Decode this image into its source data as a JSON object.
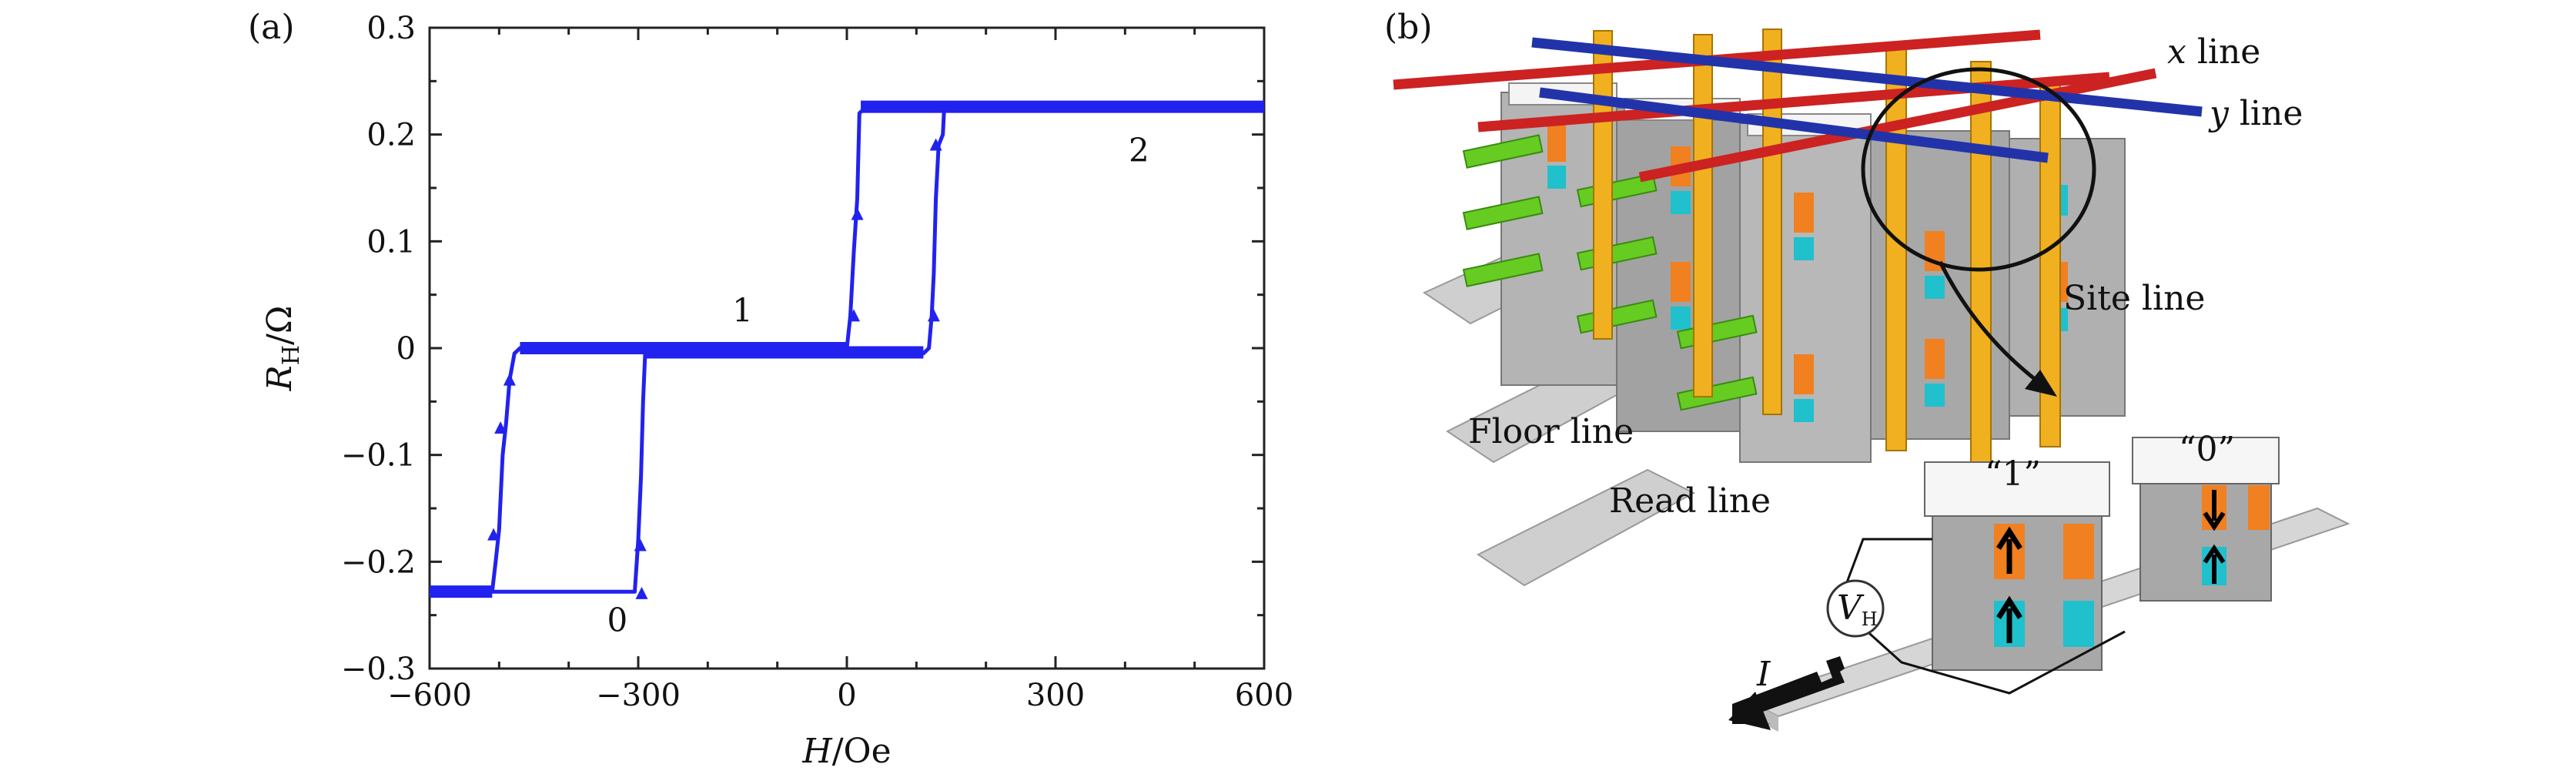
{
  "panel_a": {
    "label": "(a)",
    "ylabel_main": "R",
    "ylabel_sub": "H",
    "ylabel_unit": "/Ω",
    "xlabel_main": "H",
    "xlabel_unit": "/Oe",
    "curve_labels": [
      {
        "text": "0",
        "x": -330,
        "y": -0.265
      },
      {
        "text": "1",
        "x": -150,
        "y": 0.025
      },
      {
        "text": "2",
        "x": 420,
        "y": 0.175
      }
    ]
  },
  "panel_b": {
    "label": "(b)",
    "labels": {
      "x_line_var": "x",
      "x_line_word": " line",
      "y_line_var": "y",
      "y_line_word": " line",
      "site_line": "Site line",
      "floor_line": "Floor line",
      "read_line": "Read line",
      "state_one": "“1”",
      "state_zero": "“0”",
      "vh_main": "V",
      "vh_sub": "H",
      "current": "I"
    },
    "colors": {
      "x_line": "#cc2222",
      "y_line": "#2233aa",
      "site_line": "#f0b020",
      "floor_line": "#66cc22",
      "magnet_orange": "#f08020",
      "magnet_cyan": "#20c0cc",
      "block_gray": "#a8a8a8"
    }
  },
  "chart_data": {
    "type": "line",
    "title": "",
    "xlabel": "H/Oe",
    "ylabel": "R_H/Ω",
    "xlim": [
      -600,
      600
    ],
    "ylim": [
      -0.3,
      0.3
    ],
    "xticks": [
      -600,
      -300,
      0,
      300,
      600
    ],
    "yticks": [
      -0.3,
      -0.2,
      -0.1,
      0,
      0.1,
      0.2,
      0.3
    ],
    "color": "#2222ee",
    "grid": false,
    "series": [
      {
        "points": [
          [
            -600,
            -0.228
          ],
          [
            -510,
            -0.228
          ],
          [
            -505,
            -0.2
          ],
          [
            -500,
            -0.17
          ],
          [
            -495,
            -0.1
          ],
          [
            -490,
            -0.07
          ],
          [
            -485,
            -0.03
          ],
          [
            -478,
            -0.005
          ],
          [
            -470,
            0.0
          ],
          [
            -300,
            0.0
          ],
          [
            0,
            0.0
          ],
          [
            5,
            0.03
          ],
          [
            10,
            0.09
          ],
          [
            15,
            0.14
          ],
          [
            18,
            0.22
          ],
          [
            25,
            0.224
          ],
          [
            140,
            0.226
          ],
          [
            300,
            0.228
          ],
          [
            600,
            0.228
          ]
        ]
      },
      {
        "points": [
          [
            600,
            0.228
          ],
          [
            140,
            0.226
          ],
          [
            138,
            0.2
          ],
          [
            132,
            0.19
          ],
          [
            128,
            0.14
          ],
          [
            125,
            0.07
          ],
          [
            122,
            0.03
          ],
          [
            118,
            0.0
          ],
          [
            110,
            -0.005
          ],
          [
            0,
            -0.005
          ],
          [
            -290,
            -0.005
          ],
          [
            -293,
            -0.05
          ],
          [
            -296,
            -0.12
          ],
          [
            -300,
            -0.18
          ],
          [
            -305,
            -0.228
          ],
          [
            -600,
            -0.228
          ]
        ]
      }
    ],
    "markers": [
      [
        -508,
        -0.175
      ],
      [
        -498,
        -0.075
      ],
      [
        -485,
        -0.03
      ],
      [
        15,
        0.125
      ],
      [
        10,
        0.03
      ],
      [
        128,
        0.19
      ],
      [
        125,
        0.03
      ],
      [
        -297,
        -0.185
      ],
      [
        -295,
        -0.23
      ]
    ]
  }
}
